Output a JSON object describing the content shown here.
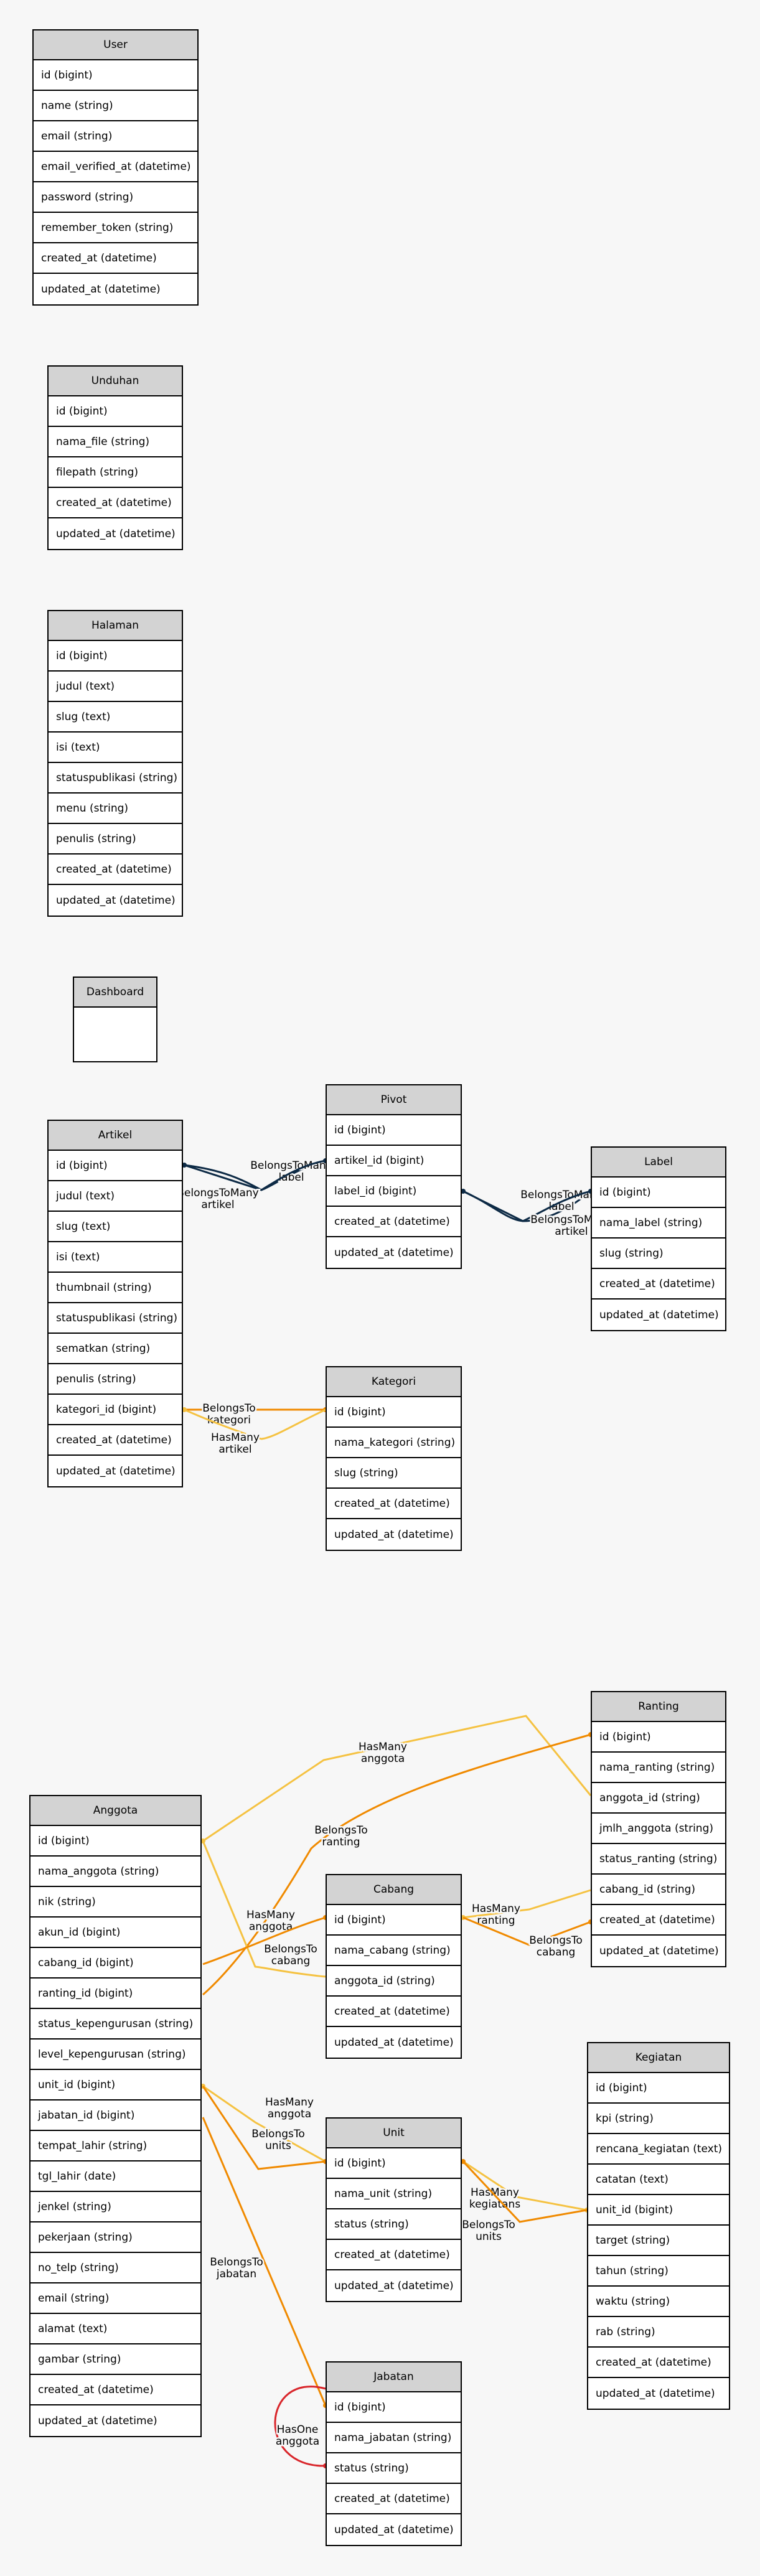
{
  "tables": [
    {
      "id": "user",
      "name": "User",
      "columns": [
        "id (bigint)",
        "name (string)",
        "email (string)",
        "email_verified_at (datetime)",
        "password (string)",
        "remember_token (string)",
        "created_at (datetime)",
        "updated_at (datetime)"
      ]
    },
    {
      "id": "unduhan",
      "name": "Unduhan",
      "columns": [
        "id (bigint)",
        "nama_file (string)",
        "filepath (string)",
        "created_at (datetime)",
        "updated_at (datetime)"
      ]
    },
    {
      "id": "halaman",
      "name": "Halaman",
      "columns": [
        "id (bigint)",
        "judul (text)",
        "slug (text)",
        "isi (text)",
        "statuspublikasi (string)",
        "menu (string)",
        "penulis (string)",
        "created_at (datetime)",
        "updated_at (datetime)"
      ]
    },
    {
      "id": "dashboard",
      "name": "Dashboard",
      "columns": []
    },
    {
      "id": "artikel",
      "name": "Artikel",
      "columns": [
        "id (bigint)",
        "judul (text)",
        "slug (text)",
        "isi (text)",
        "thumbnail (string)",
        "statuspublikasi (string)",
        "sematkan (string)",
        "penulis (string)",
        "kategori_id (bigint)",
        "created_at (datetime)",
        "updated_at (datetime)"
      ]
    },
    {
      "id": "pivot",
      "name": "Pivot",
      "columns": [
        "id (bigint)",
        "artikel_id (bigint)",
        "label_id (bigint)",
        "created_at (datetime)",
        "updated_at (datetime)"
      ]
    },
    {
      "id": "label",
      "name": "Label",
      "columns": [
        "id (bigint)",
        "nama_label (string)",
        "slug (string)",
        "created_at (datetime)",
        "updated_at (datetime)"
      ]
    },
    {
      "id": "kategori",
      "name": "Kategori",
      "columns": [
        "id (bigint)",
        "nama_kategori (string)",
        "slug (string)",
        "created_at (datetime)",
        "updated_at (datetime)"
      ]
    },
    {
      "id": "ranting",
      "name": "Ranting",
      "columns": [
        "id (bigint)",
        "nama_ranting (string)",
        "anggota_id (string)",
        "jmlh_anggota (string)",
        "status_ranting (string)",
        "cabang_id (string)",
        "created_at (datetime)",
        "updated_at (datetime)"
      ]
    },
    {
      "id": "anggota",
      "name": "Anggota",
      "columns": [
        "id (bigint)",
        "nama_anggota (string)",
        "nik (string)",
        "akun_id (bigint)",
        "cabang_id (bigint)",
        "ranting_id (bigint)",
        "status_kepengurusan (string)",
        "level_kepengurusan (string)",
        "unit_id (bigint)",
        "jabatan_id (bigint)",
        "tempat_lahir (string)",
        "tgl_lahir (date)",
        "jenkel (string)",
        "pekerjaan (string)",
        "no_telp (string)",
        "email (string)",
        "alamat (text)",
        "gambar (string)",
        "created_at (datetime)",
        "updated_at (datetime)"
      ]
    },
    {
      "id": "cabang",
      "name": "Cabang",
      "columns": [
        "id (bigint)",
        "nama_cabang (string)",
        "anggota_id (string)",
        "created_at (datetime)",
        "updated_at (datetime)"
      ]
    },
    {
      "id": "kegiatan",
      "name": "Kegiatan",
      "columns": [
        "id (bigint)",
        "kpi (string)",
        "rencana_kegiatan (text)",
        "catatan (text)",
        "unit_id (bigint)",
        "target (string)",
        "tahun (string)",
        "waktu (string)",
        "rab (string)",
        "created_at (datetime)",
        "updated_at (datetime)"
      ]
    },
    {
      "id": "unit",
      "name": "Unit",
      "columns": [
        "id (bigint)",
        "nama_unit (string)",
        "status (string)",
        "created_at (datetime)",
        "updated_at (datetime)"
      ]
    },
    {
      "id": "jabatan",
      "name": "Jabatan",
      "columns": [
        "id (bigint)",
        "nama_jabatan (string)",
        "status (string)",
        "created_at (datetime)",
        "updated_at (datetime)"
      ]
    }
  ],
  "edges": [
    {
      "id": "e1",
      "from": "pivot",
      "to": "artikel",
      "lines": [
        "BelongsToMany",
        "label"
      ],
      "color": "#0d2a45"
    },
    {
      "id": "e2",
      "from": "artikel",
      "to": "pivot",
      "lines": [
        "BelongsToMany",
        "artikel"
      ],
      "color": "#0d2a45"
    },
    {
      "id": "e3",
      "from": "label",
      "to": "pivot",
      "lines": [
        "BelongsToMany",
        "label"
      ],
      "color": "#0d2a45"
    },
    {
      "id": "e4",
      "from": "pivot",
      "to": "label",
      "lines": [
        "BelongsToMany",
        "artikel"
      ],
      "color": "#0d2a45"
    },
    {
      "id": "e5",
      "from": "artikel",
      "to": "kategori",
      "lines": [
        "BelongsTo",
        "kategori"
      ],
      "color": "#f08a00"
    },
    {
      "id": "e6",
      "from": "kategori",
      "to": "artikel",
      "lines": [
        "HasMany",
        "artikel"
      ],
      "color": "#f5c242"
    },
    {
      "id": "e7",
      "from": "anggota",
      "to": "ranting",
      "lines": [
        "HasMany",
        "anggota"
      ],
      "color": "#f5c242"
    },
    {
      "id": "e8",
      "from": "anggota",
      "to": "ranting",
      "lines": [
        "BelongsTo",
        "ranting"
      ],
      "color": "#f08a00"
    },
    {
      "id": "e9",
      "from": "cabang",
      "to": "anggota",
      "lines": [
        "HasMany",
        "anggota"
      ],
      "color": "#f5c242"
    },
    {
      "id": "e10",
      "from": "anggota",
      "to": "cabang",
      "lines": [
        "BelongsTo",
        "cabang"
      ],
      "color": "#f08a00"
    },
    {
      "id": "e11",
      "from": "cabang",
      "to": "ranting",
      "lines": [
        "HasMany",
        "ranting"
      ],
      "color": "#f5c242"
    },
    {
      "id": "e12",
      "from": "ranting",
      "to": "cabang",
      "lines": [
        "BelongsTo",
        "cabang"
      ],
      "color": "#f08a00"
    },
    {
      "id": "e13",
      "from": "unit",
      "to": "anggota",
      "lines": [
        "HasMany",
        "anggota"
      ],
      "color": "#f5c242"
    },
    {
      "id": "e14",
      "from": "anggota",
      "to": "unit",
      "lines": [
        "BelongsTo",
        "units"
      ],
      "color": "#f08a00"
    },
    {
      "id": "e15",
      "from": "anggota",
      "to": "jabatan",
      "lines": [
        "BelongsTo",
        "jabatan"
      ],
      "color": "#f08a00"
    },
    {
      "id": "e16",
      "from": "unit",
      "to": "kegiatan",
      "lines": [
        "HasMany",
        "kegiatans"
      ],
      "color": "#f5c242"
    },
    {
      "id": "e17",
      "from": "kegiatan",
      "to": "unit",
      "lines": [
        "BelongsTo",
        "units"
      ],
      "color": "#f08a00"
    },
    {
      "id": "e18",
      "from": "jabatan",
      "to": "jabatan",
      "lines": [
        "HasOne",
        "anggota"
      ],
      "color": "#d9262b"
    }
  ]
}
